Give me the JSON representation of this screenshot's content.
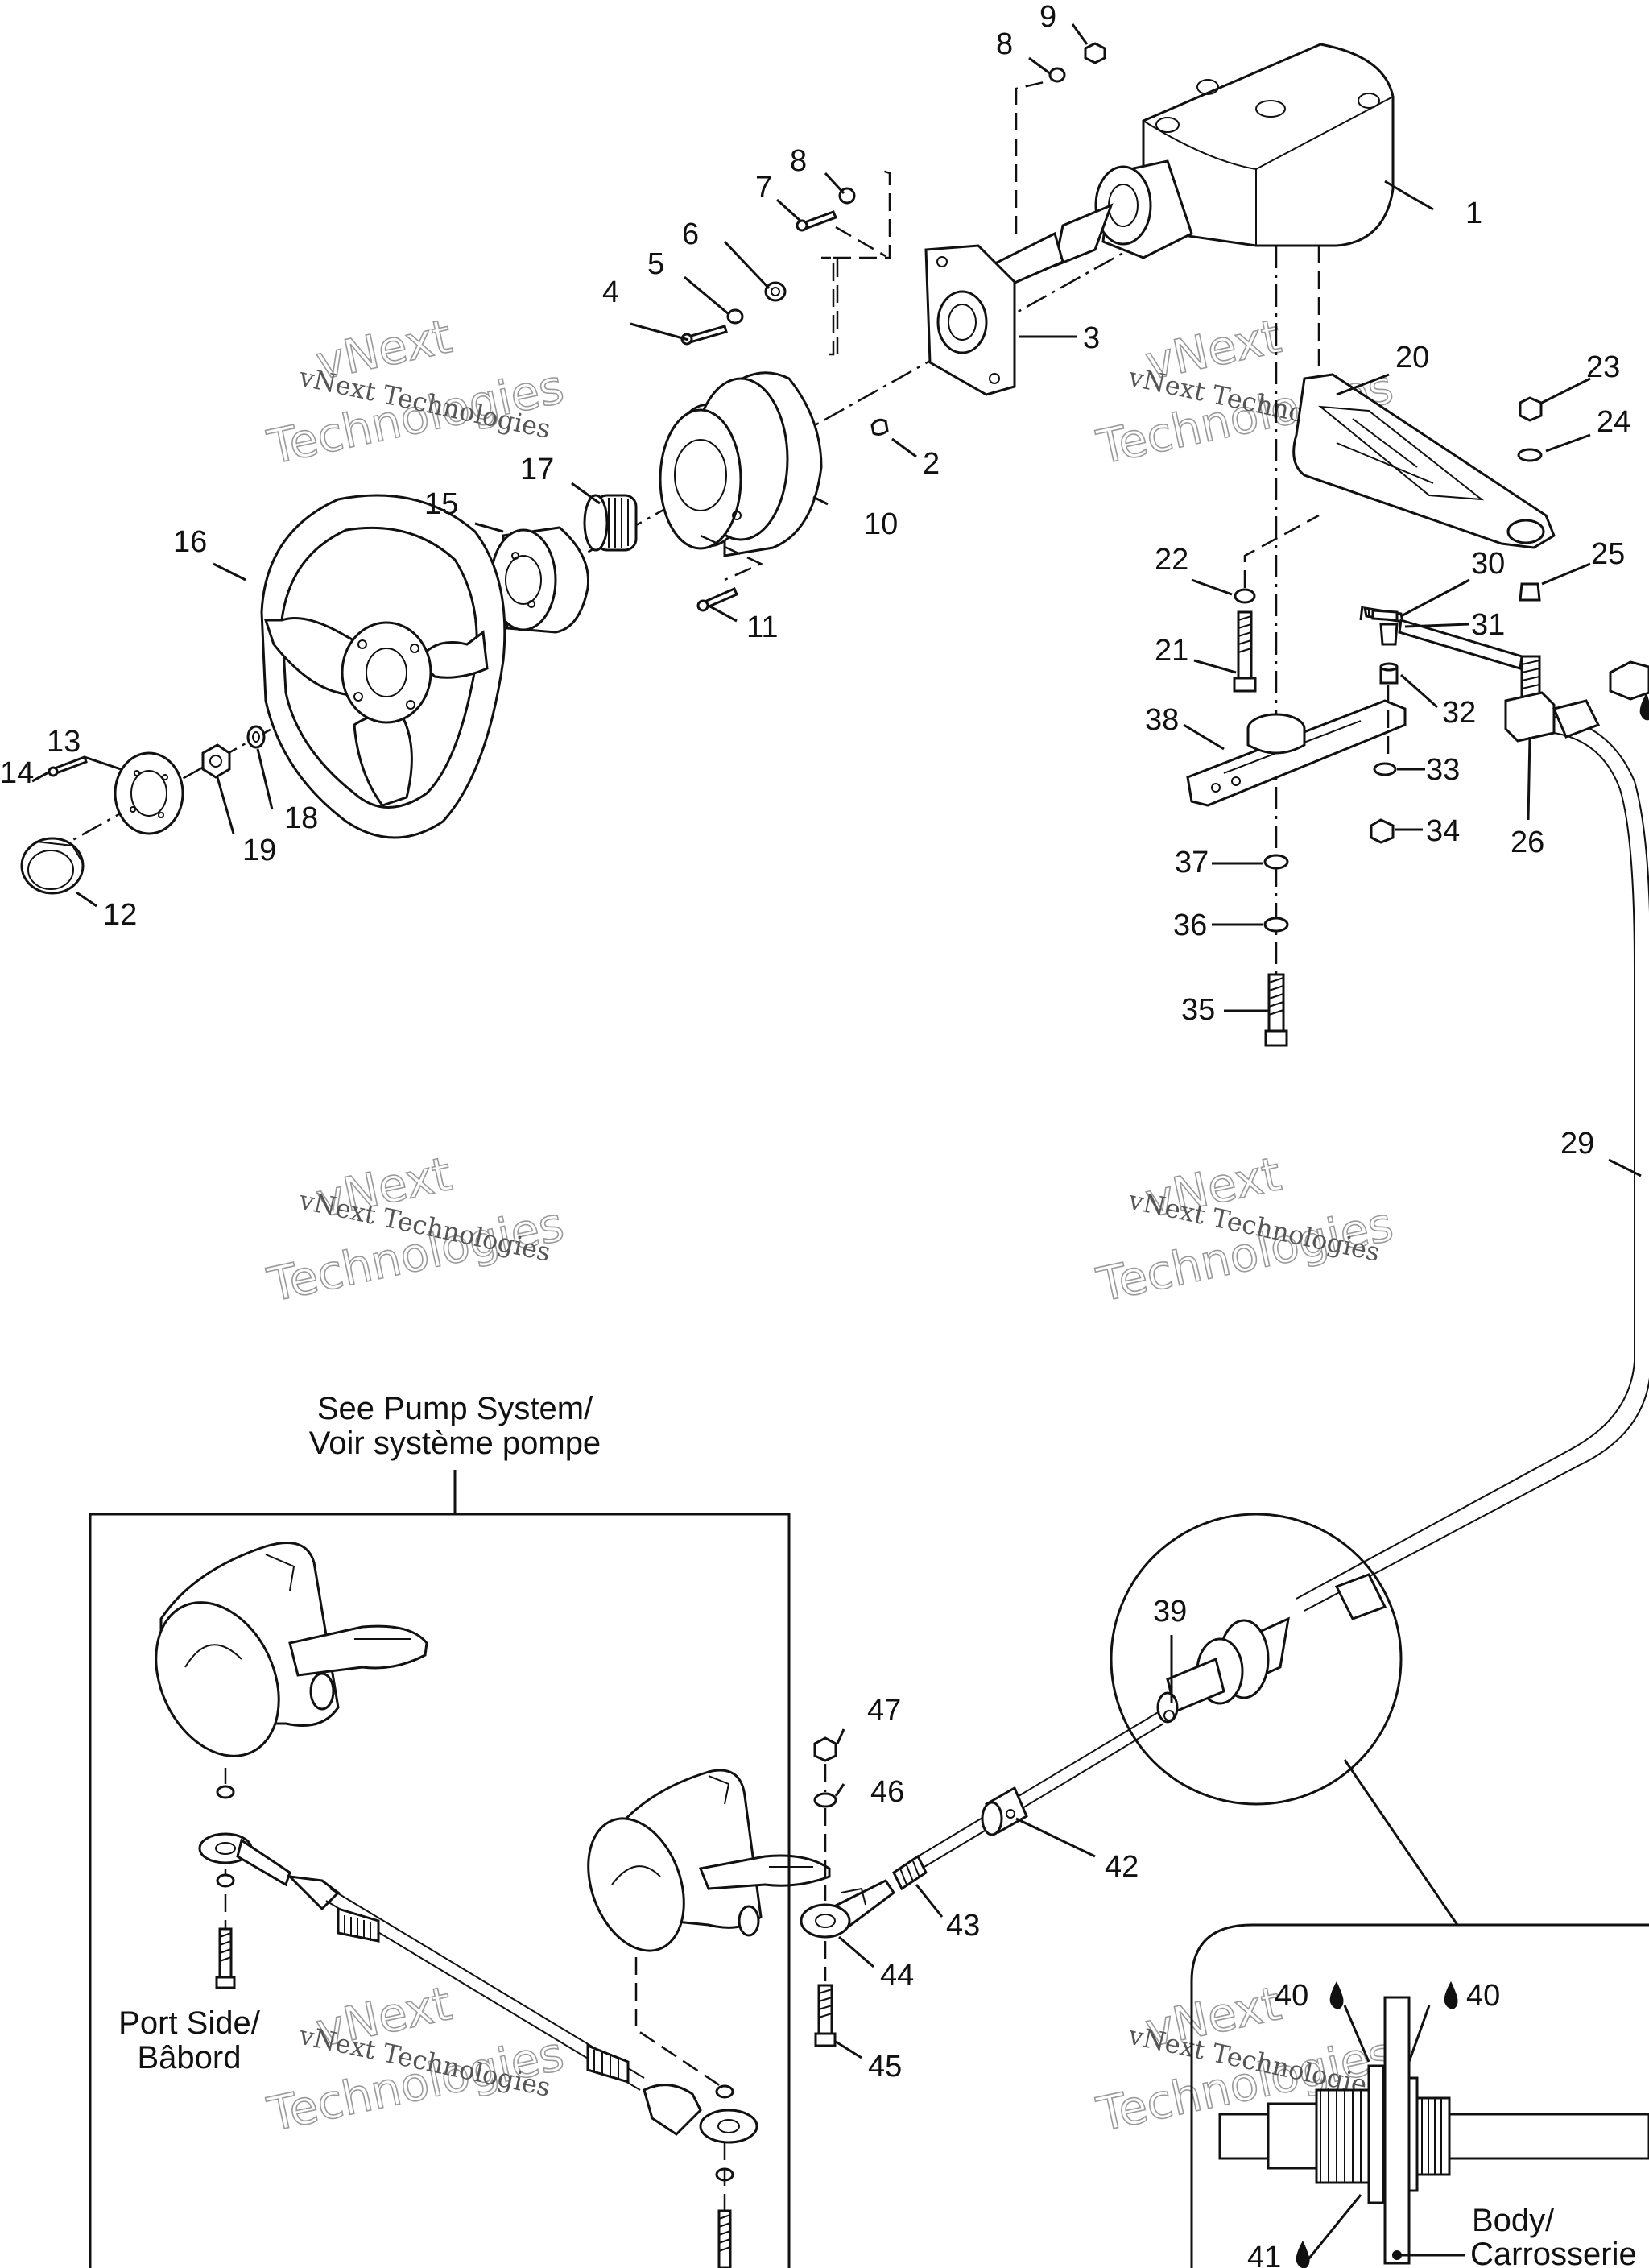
{
  "watermark": {
    "line1": "vNext Technologies",
    "big_top": "vNext",
    "big_bottom": "Technologies"
  },
  "callouts": {
    "c1": "1",
    "c2": "2",
    "c3": "3",
    "c4": "4",
    "c5": "5",
    "c6": "6",
    "c7": "7",
    "c8a": "8",
    "c8b": "8",
    "c9": "9",
    "c10": "10",
    "c11": "11",
    "c12": "12",
    "c13": "13",
    "c14": "14",
    "c15": "15",
    "c16": "16",
    "c17": "17",
    "c18": "18",
    "c19": "19",
    "c20": "20",
    "c21": "21",
    "c22": "22",
    "c23": "23",
    "c24": "24",
    "c25": "25",
    "c26": "26",
    "c29": "29",
    "c30": "30",
    "c31": "31",
    "c32": "32",
    "c33": "33",
    "c34": "34",
    "c35": "35",
    "c36": "36",
    "c37": "37",
    "c38": "38",
    "c39": "39",
    "c40a": "40",
    "c40b": "40",
    "c41": "41",
    "c42": "42",
    "c43": "43",
    "c44": "44",
    "c45": "45",
    "c46": "46",
    "c47": "47"
  },
  "notes": {
    "see_pump_line1": "See Pump System/",
    "see_pump_line2": "Voir système pompe",
    "port_line1": "Port Side/",
    "port_line2": "Bâbord",
    "body_line1": "Body/",
    "body_line2": "Carrosserie"
  }
}
